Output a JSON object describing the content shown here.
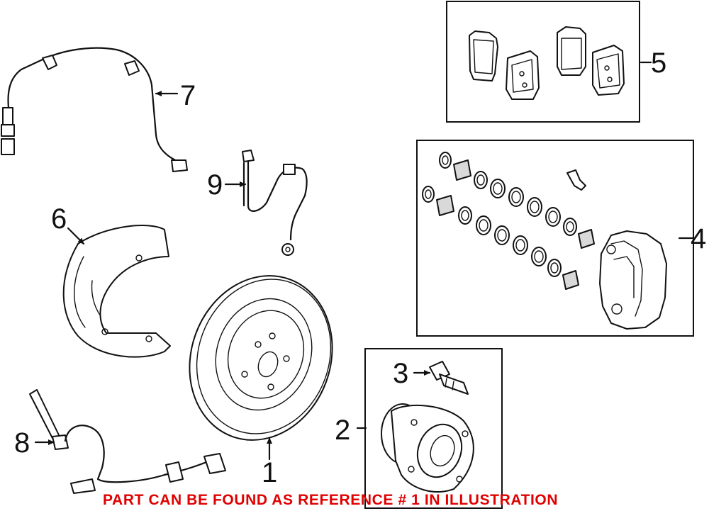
{
  "callouts": {
    "c1": "1",
    "c2": "2",
    "c3": "3",
    "c4": "4",
    "c5": "5",
    "c6": "6",
    "c7": "7",
    "c8": "8",
    "c9": "9"
  },
  "note": "PART CAN BE FOUND AS REFERENCE # 1 IN ILLUSTRATION",
  "colors": {
    "note": "#e00000",
    "line": "#111111",
    "background": "#ffffff"
  }
}
